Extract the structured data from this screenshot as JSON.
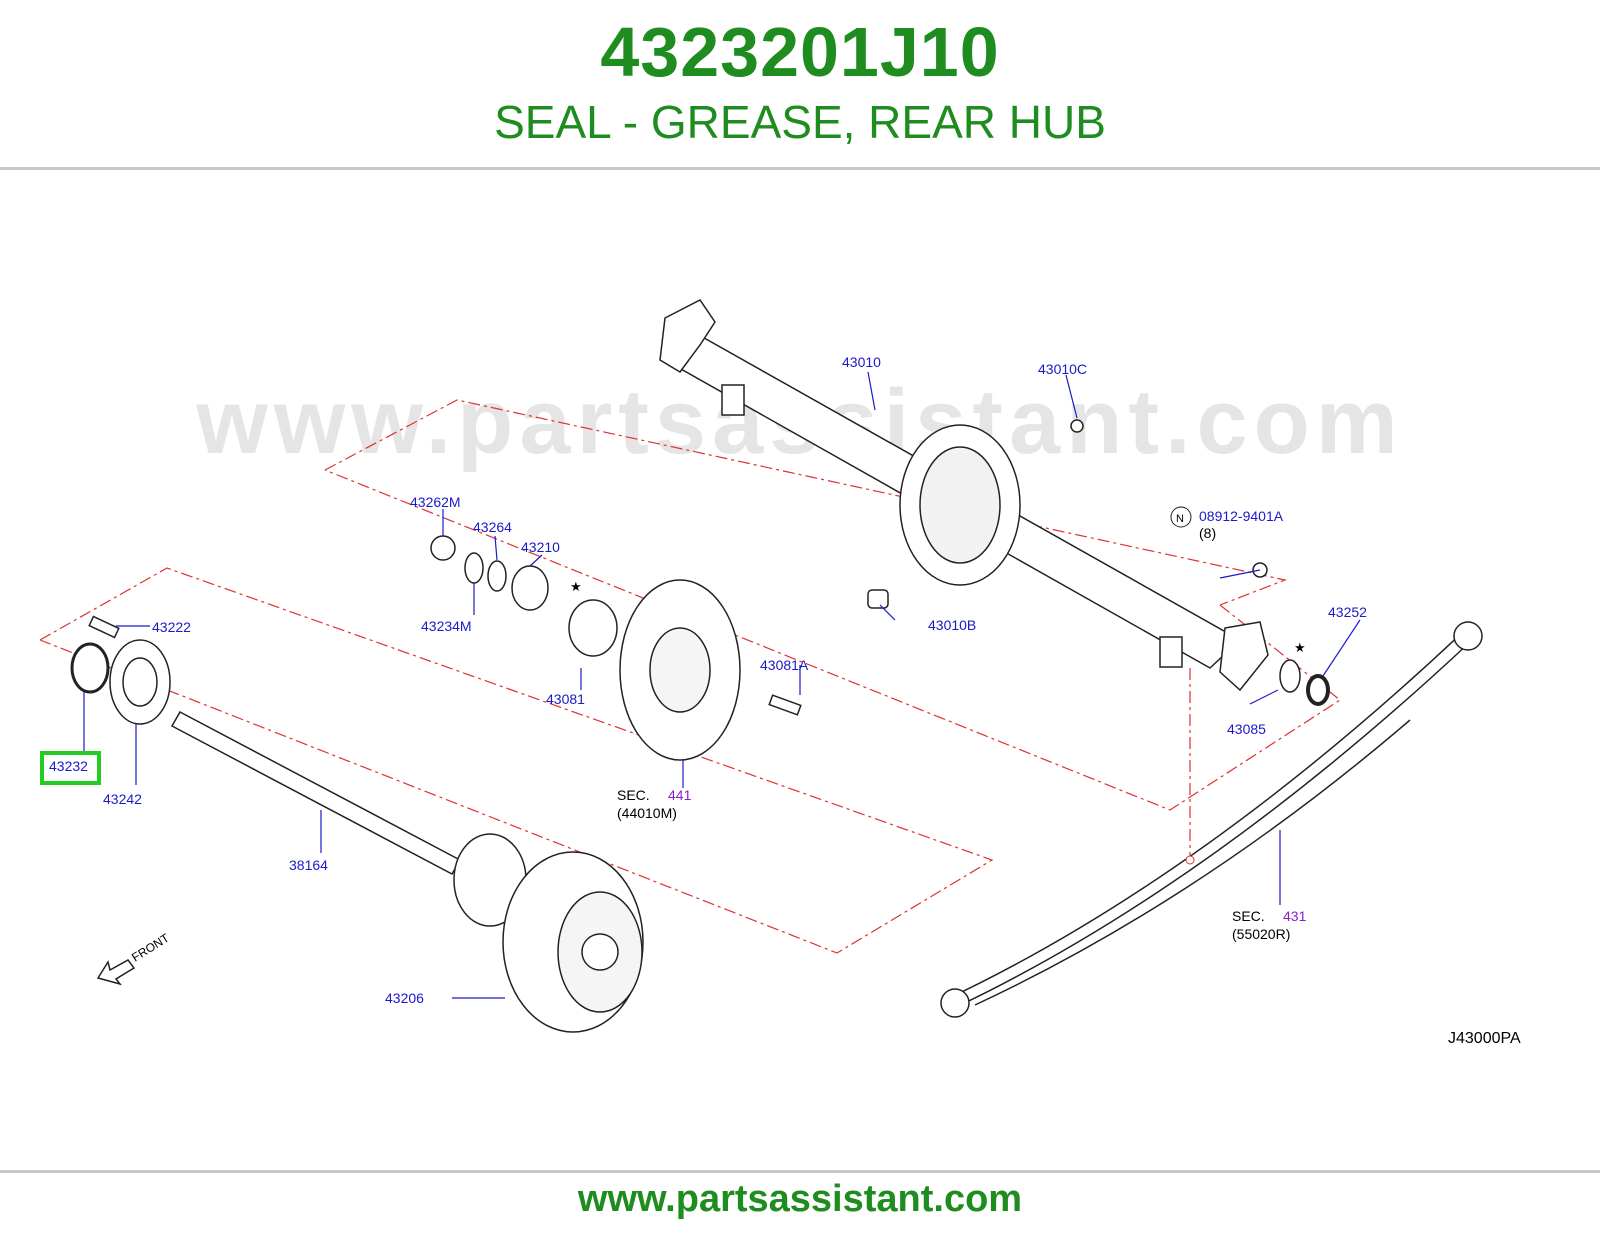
{
  "header": {
    "part_number": "4323201J10",
    "description": "SEAL - GREASE, REAR HUB"
  },
  "watermark": "www.partsassistant.com",
  "footer": {
    "url": "www.partsassistant.com"
  },
  "diagram": {
    "code": "J43000PA",
    "front_label": "FRONT",
    "highlighted_part": "43232",
    "callouts": {
      "c43010": "43010",
      "c43010C": "43010C",
      "c43262M": "43262M",
      "c43264": "43264",
      "c43210": "43210",
      "c43234M": "43234M",
      "c08912": "08912-9401A",
      "c08912_qty": "(8)",
      "c08912_n": "N",
      "c43222": "43222",
      "c43010B": "43010B",
      "c43252": "43252",
      "c43081A": "43081A",
      "c43081": "43081",
      "c43242": "43242",
      "c43085": "43085",
      "c38164": "38164",
      "c43206": "43206",
      "sec441_prefix": "SEC.",
      "sec441_num": "441",
      "sec441_ref": "(44010M)",
      "sec431_prefix": "SEC.",
      "sec431_num": "431",
      "sec431_ref": "(55020R)",
      "star1": "★",
      "star2": "★"
    }
  }
}
